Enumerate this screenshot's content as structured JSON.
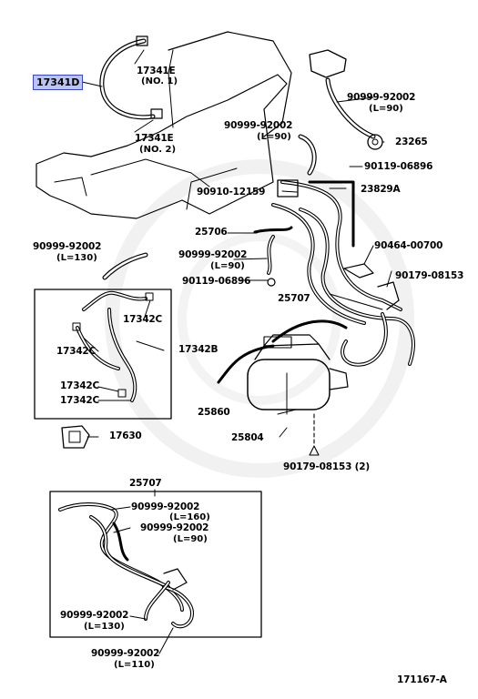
{
  "diagram_id": "171167-A",
  "highlighted_part": "17341D",
  "parts": {
    "p17341D": "17341D",
    "p17341E_1": "17341E",
    "p17341E_1_sub": "(NO. 1)",
    "p17341E_2": "17341E",
    "p17341E_2_sub": "(NO. 2)",
    "p90999_top": "90999-92002",
    "p90999_top_sub": "(L=90)",
    "p23265": "23265",
    "p90999_mid": "90999-92002",
    "p90999_mid_sub": "(L=90)",
    "p90119_a": "90119-06896",
    "p90910": "90910-12159",
    "p23829A": "23829A",
    "p25706": "25706",
    "p90999_130": "90999-92002",
    "p90999_130_sub": "(L=130)",
    "p90999_90b": "90999-92002",
    "p90999_90b_sub": "(L=90)",
    "p90464": "90464-00700",
    "p90119_b": "90119-06896",
    "p90179_a": "90179-08153",
    "p25707": "25707",
    "p17342C_a": "17342C",
    "p17342C_b": "17342C",
    "p17342C_c": "17342C",
    "p17342C_d": "17342C",
    "p17342B": "17342B",
    "p25860": "25860",
    "p25804": "25804",
    "p17630": "17630",
    "p90179_b": "90179-08153 (2)",
    "p25707_inset": "25707",
    "i90999_160": "90999-92002",
    "i90999_160_sub": "(L=160)",
    "i90999_90": "90999-92002",
    "i90999_90_sub": "(L=90)",
    "i90999_130": "90999-92002",
    "i90999_130_sub": "(L=130)",
    "i90999_110": "90999-92002",
    "i90999_110_sub": "(L=110)"
  }
}
